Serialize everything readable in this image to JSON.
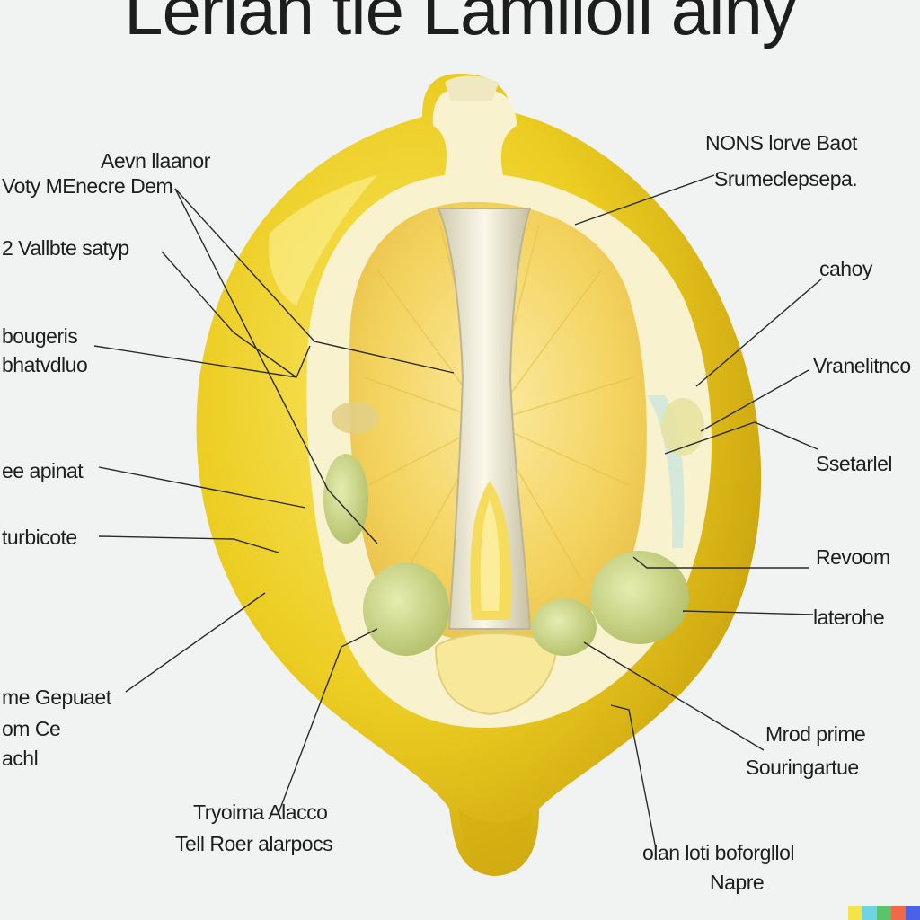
{
  "title": "Lerian tle Lamlloil alny",
  "labels": {
    "l1a": "Aevn llaanor",
    "l1b": "Voty MEnecre Dem",
    "l2": "2 Vallbte satyp",
    "l3a": "bougeris",
    "l3b": "bhatvdluo",
    "l4": "ee apinat",
    "l5": "turbicote",
    "l6a": "me Gepuaet",
    "l6b": "om Ce",
    "l6c": "achl",
    "l7a": "Tryoima Alacco",
    "l7b": "Tell Roer alarpocs",
    "r1a": "NONS lorve Baot",
    "r1b": "Srumeclepsepa.",
    "r2": "cahoy",
    "r3": "Vranelitnco",
    "r4": "Ssetarlel",
    "r5": "Revoom",
    "r6": "laterohe",
    "r7a": "Mrod prime",
    "r7b": "Souringartue",
    "r8a": "olan loti boforgllol",
    "r8b": "Napre"
  },
  "colors": {
    "rind": "#e8c81e",
    "rind_dark": "#c9a410",
    "albedo": "#f8f3cf",
    "pulp": "#f4d45a",
    "core": "#e9e6c8",
    "seed": "#c8d486",
    "leader": "#2a2a2a"
  },
  "watermark_colors": [
    "#f5e34a",
    "#6fd3e6",
    "#5bc46a",
    "#f06a4a",
    "#4a62e8"
  ]
}
